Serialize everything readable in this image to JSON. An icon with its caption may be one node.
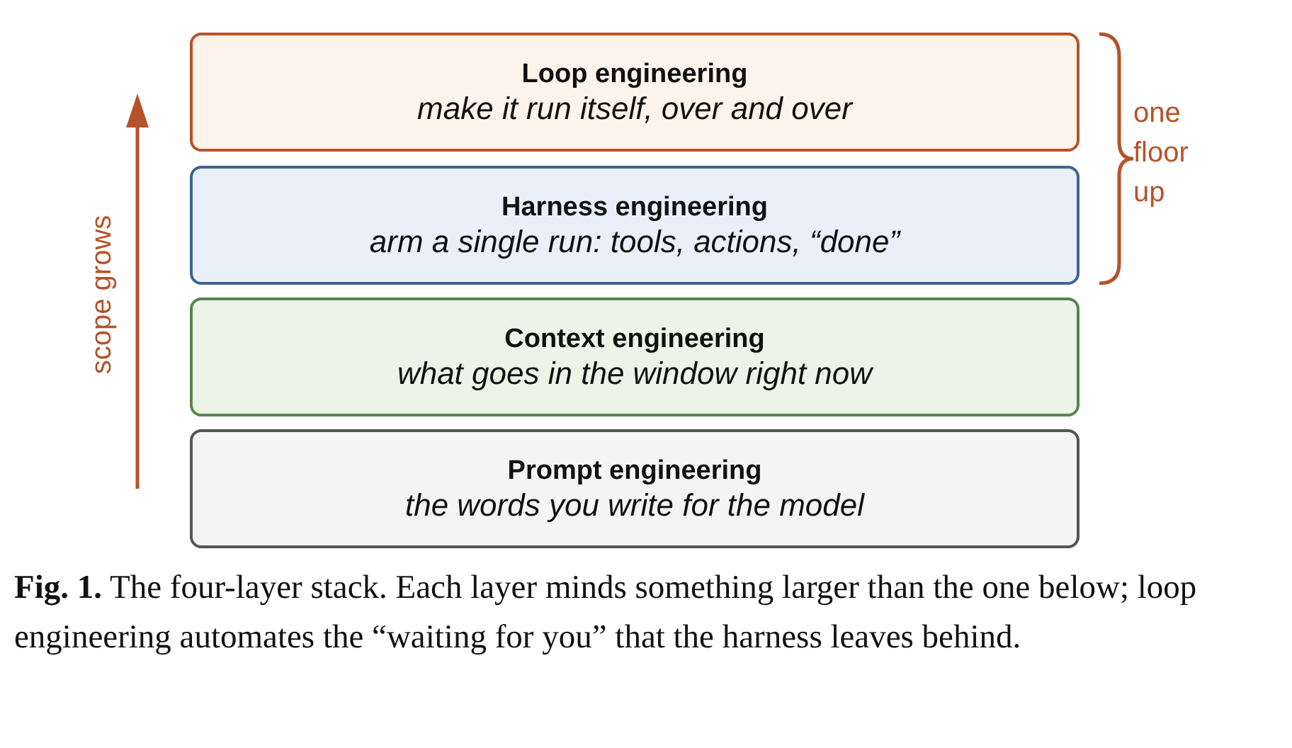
{
  "diagram": {
    "caption": "**Fig. 1.** The four-layer stack. Each layer minds something larger than the one below; loop engineering automates the “waiting for you” that the harness leaves behind.",
    "nodes": [
      {
        "text": [
          "Loop engineering",
          "make it run itself, over and over"
        ]
      },
      {
        "text": [
          "Harness engineering",
          "arm a single run: tools, actions, “done”"
        ]
      },
      {
        "text": [
          "Context engineering",
          "what goes in the window right now"
        ]
      },
      {
        "text": [
          "Prompt engineering",
          "the words you write for the model"
        ]
      }
    ],
    "labels": [
      "scope grows",
      "one floor up"
    ]
  }
}
